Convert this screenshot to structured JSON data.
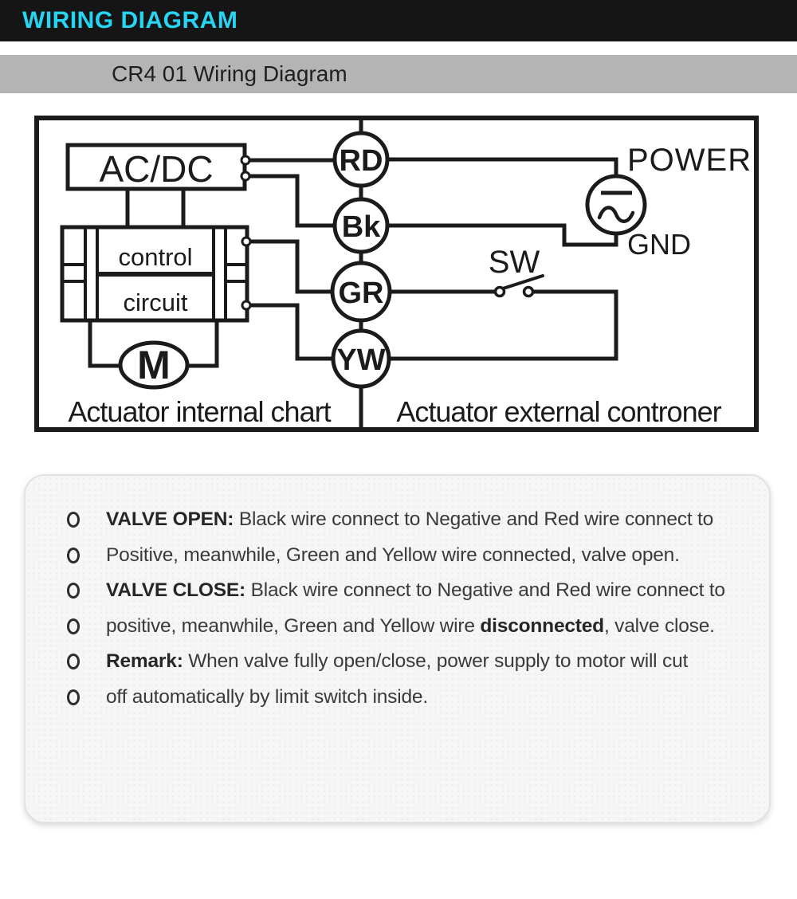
{
  "banner": {
    "title": "WIRING DIAGRAM",
    "bg": "#151515",
    "accent": "#27d4f2"
  },
  "subtitle": {
    "text": "CR4 01 Wiring Diagram",
    "bg": "#b4b4b4"
  },
  "diagram": {
    "stroke": "#1b1b1b",
    "labels": {
      "acdc": "AC/DC",
      "control": "control",
      "circuit": "circuit",
      "motor": "M",
      "wire_red": "RD",
      "wire_black": "Bk",
      "wire_green": "GR",
      "wire_yellow": "YW",
      "power": "POWER",
      "gnd": "GND",
      "switch": "SW",
      "caption_left": "Actuator internal chart",
      "caption_right": "Actuator external controner"
    }
  },
  "notes": {
    "lines": [
      {
        "b1": "VALVE OPEN:",
        "r1": " Black wire connect to Negative and Red wire connect to"
      },
      {
        "r1": "Positive, meanwhile, Green and Yellow wire connected, valve open."
      },
      {
        "b1": "VALVE CLOSE:",
        "r1": " Black wire connect to Negative and Red wire connect to"
      },
      {
        "r1": "positive, meanwhile, Green and Yellow wire ",
        "b2": "disconnected",
        "r2": ", valve close."
      },
      {
        "b1": "Remark:",
        "r1": " When valve fully open/close, power supply to motor will cut"
      },
      {
        "r1": "off automatically by limit switch inside."
      }
    ]
  }
}
